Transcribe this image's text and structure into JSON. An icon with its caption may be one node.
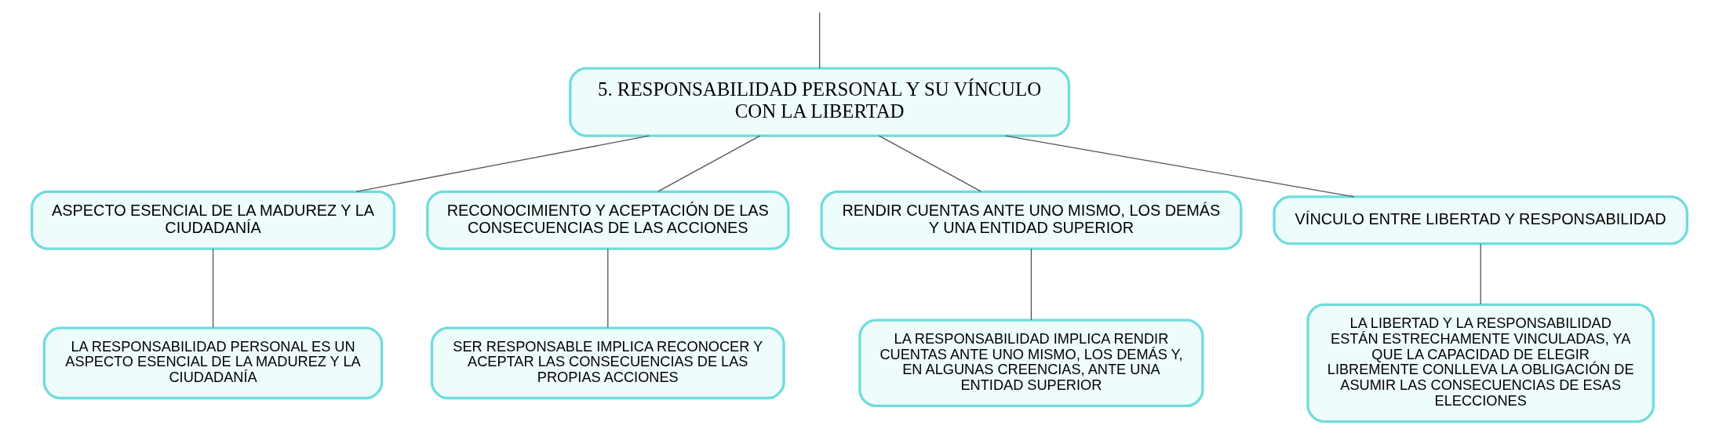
{
  "diagram": {
    "nodes": [
      {
        "text": [
          "5. RESPONSABILIDAD PERSONAL Y SU VÍNCULO CON LA LIBERTAD"
        ]
      },
      {
        "text": [
          "ASPECTO ESENCIAL DE LA MADUREZ Y LA CIUDADANÍA"
        ]
      },
      {
        "text": [
          "RECONOCIMIENTO Y ACEPTACIÓN DE LAS CONSECUENCIAS DE LAS ACCIONES"
        ]
      },
      {
        "text": [
          "RENDIR CUENTAS ANTE UNO MISMO, LOS DEMÁS Y UNA ENTIDAD SUPERIOR"
        ]
      },
      {
        "text": [
          "VÍNCULO ENTRE LIBERTAD Y RESPONSABILIDAD"
        ]
      },
      {
        "text": [
          "LA RESPONSABILIDAD PERSONAL ES UN ASPECTO ESENCIAL DE LA MADUREZ Y LA CIUDADANÍA"
        ]
      },
      {
        "text": [
          "SER RESPONSABLE IMPLICA RECONOCER Y ACEPTAR LAS CONSECUENCIAS DE LAS PROPIAS ACCIONES"
        ]
      },
      {
        "text": [
          "LA RESPONSABILIDAD IMPLICA RENDIR CUENTAS ANTE UNO MISMO, LOS DEMÁS Y, EN ALGUNAS CREENCIAS, ANTE UNA ENTIDAD SUPERIOR"
        ]
      },
      {
        "text": [
          "LA LIBERTAD Y LA RESPONSABILIDAD ESTÁN ESTRECHAMENTE VINCULADAS, YA QUE LA CAPACIDAD DE ELEGIR LIBREMENTE CONLLEVA LA OBLIGACIÓN DE ASUMIR LAS CONSECUENCIAS DE ESAS ELECCIONES"
        ]
      }
    ],
    "edges": [
      {
        "from": null,
        "to": 0,
        "arrow": "none"
      },
      {
        "from": 0,
        "to": 1,
        "arrow": "none"
      },
      {
        "from": 0,
        "to": 2,
        "arrow": "none"
      },
      {
        "from": 0,
        "to": 3,
        "arrow": "none"
      },
      {
        "from": 0,
        "to": 4,
        "arrow": "none"
      },
      {
        "from": 1,
        "to": 5,
        "arrow": "none"
      },
      {
        "from": 2,
        "to": 6,
        "arrow": "none"
      },
      {
        "from": 3,
        "to": 7,
        "arrow": "none"
      },
      {
        "from": 4,
        "to": 8,
        "arrow": "none"
      }
    ]
  }
}
